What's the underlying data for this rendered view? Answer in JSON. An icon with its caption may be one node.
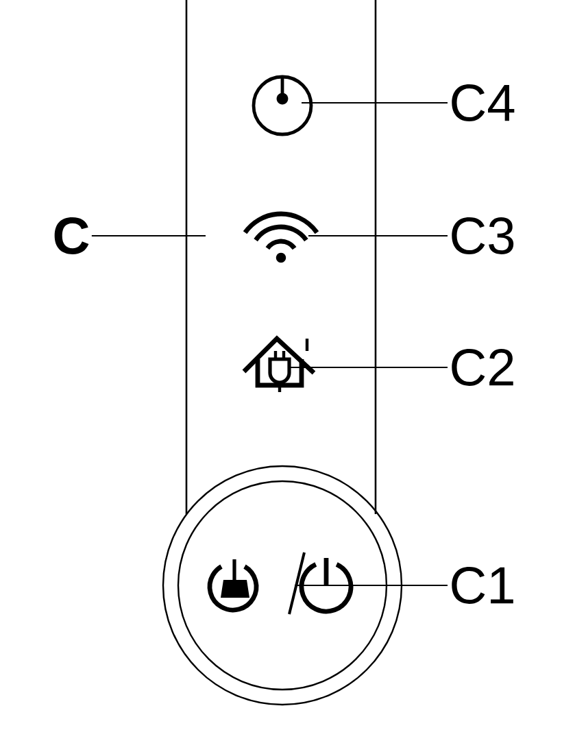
{
  "diagram": {
    "nodes": [
      {
        "text": [],
        "shape": "box"
      },
      {
        "text": [],
        "shape": "circle",
        "in": 0
      },
      {
        "text": [
          "C4"
        ]
      },
      {
        "text": [
          "C"
        ]
      },
      {
        "text": [],
        "shape": "picture",
        "in": 0
      },
      {
        "text": [
          "C3"
        ]
      },
      {
        "text": [],
        "shape": "picture",
        "in": 0
      },
      {
        "text": [
          "C2"
        ]
      },
      {
        "text": [],
        "shape": "circle"
      },
      {
        "text": [
          "C1"
        ]
      }
    ],
    "edges": [
      {
        "from": 2,
        "to": 1,
        "arrow": "none"
      },
      {
        "from": 3,
        "to": 0,
        "arrow": "none"
      },
      {
        "from": 5,
        "to": 4,
        "arrow": "none"
      },
      {
        "from": 7,
        "to": 6,
        "arrow": "none"
      },
      {
        "from": 9,
        "to": 8,
        "arrow": "none"
      }
    ]
  }
}
